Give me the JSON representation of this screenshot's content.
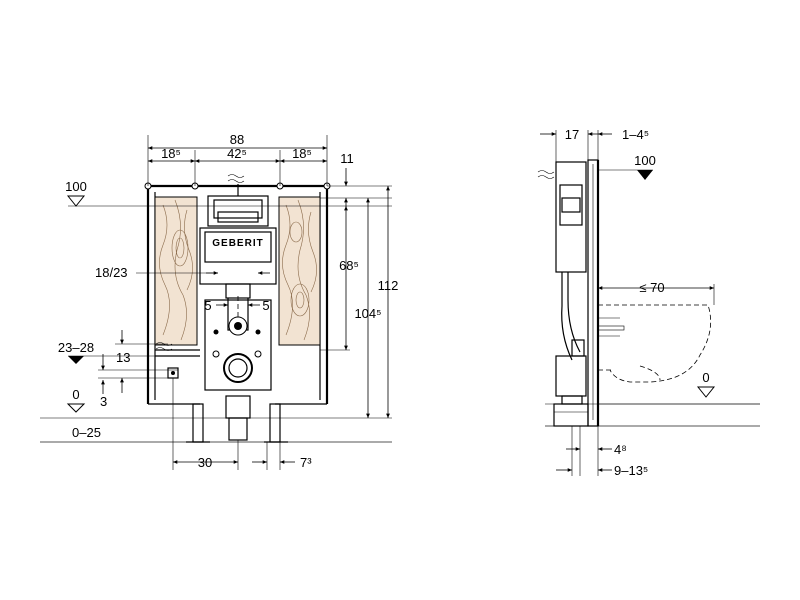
{
  "front_view": {
    "dims": {
      "width_total": "88",
      "side_left": "18⁵",
      "center": "42⁵",
      "side_right": "18⁵",
      "top_offset": "11",
      "reference_level": "100",
      "pipe_range": "18/23",
      "height_inner": "68⁵",
      "height_mid": "104⁵",
      "height_total": "112",
      "axis_left": "5",
      "axis_right": "5",
      "drain_range": "23–28",
      "drain_height": "13",
      "drain_offset": "3",
      "floor_zero": "0",
      "floor_range": "0–25",
      "bottom_width": "30",
      "bottom_offset": "7³"
    },
    "brand": "GEBERIT"
  },
  "side_view": {
    "dims": {
      "depth": "17",
      "offset_top": "1–4⁵",
      "reference_level": "100",
      "bowl_length": "≤ 70",
      "floor_zero": "0",
      "wall_offset": "4⁸",
      "wall_range": "9–13⁵"
    }
  }
}
